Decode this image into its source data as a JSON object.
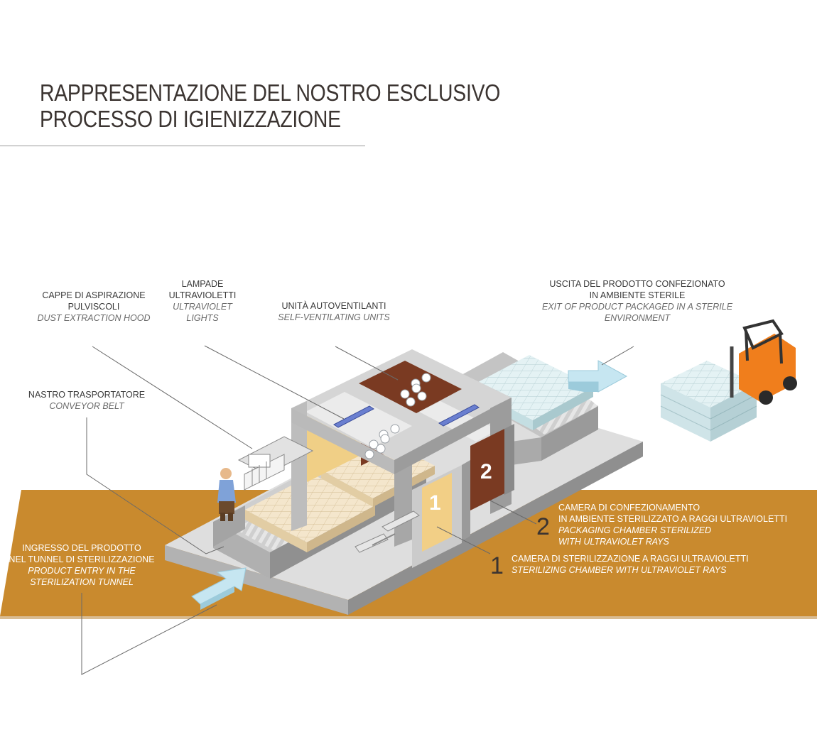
{
  "title": {
    "line1": "RAPPRESENTAZIONE DEL NOSTRO ESCLUSIVO",
    "line2": "PROCESSO DI IGIENIZZAZIONE"
  },
  "labels": {
    "hood": {
      "it": [
        "CAPPE DI ASPIRAZIONE",
        "PULVISCOLI"
      ],
      "en": [
        "DUST EXTRACTION HOOD"
      ]
    },
    "uv": {
      "it": [
        "LAMPADE",
        "ULTRAVIOLETTI"
      ],
      "en": [
        "ULTRAVIOLET",
        "LIGHTS"
      ]
    },
    "vent": {
      "it": [
        "UNITÀ AUTOVENTILANTI"
      ],
      "en": [
        "SELF-VENTILATING UNITS"
      ]
    },
    "exit": {
      "it": [
        "USCITA DEL PRODOTTO CONFEZIONATO",
        "IN AMBIENTE STERILE"
      ],
      "en": [
        "EXIT OF PRODUCT PACKAGED IN A STERILE",
        "ENVIRONMENT"
      ]
    },
    "belt": {
      "it": [
        "NASTRO TRASPORTATORE"
      ],
      "en": [
        "CONVEYOR BELT"
      ]
    },
    "entry": {
      "it": [
        "INGRESSO DEL PRODOTTO",
        "NEL TUNNEL DI STERILIZZAZIONE"
      ],
      "en": [
        "PRODUCT ENTRY IN THE",
        "STERILIZATION TUNNEL"
      ]
    },
    "chamber2": {
      "num": "2",
      "it": [
        "CAMERA DI CONFEZIONAMENTO",
        "IN AMBIENTE STERILIZZATO A RAGGI ULTRAVIOLETTI"
      ],
      "en": [
        "PACKAGING CHAMBER STERILIZED",
        "WITH ULTRAVIOLET RAYS"
      ]
    },
    "chamber1": {
      "num": "1",
      "it": [
        "CAMERA DI STERILIZZAZIONE A RAGGI ULTRAVIOLETTI"
      ],
      "en": [
        "STERILIZING CHAMBER WITH ULTRAVIOLET RAYS"
      ]
    }
  },
  "door_numbers": {
    "one": "1",
    "two": "2"
  },
  "colors": {
    "band": "#c98a2e",
    "machine_light": "#dcdcdc",
    "machine_mid": "#b9b9b9",
    "machine_dark": "#8e8e8e",
    "chamber1": "#f2cf86",
    "chamber2": "#7a3a22",
    "mattress": "#f4e6cc",
    "packaged": "#dff0f2",
    "arrow": "#bfe2ee",
    "forklift": "#f07e1c"
  }
}
